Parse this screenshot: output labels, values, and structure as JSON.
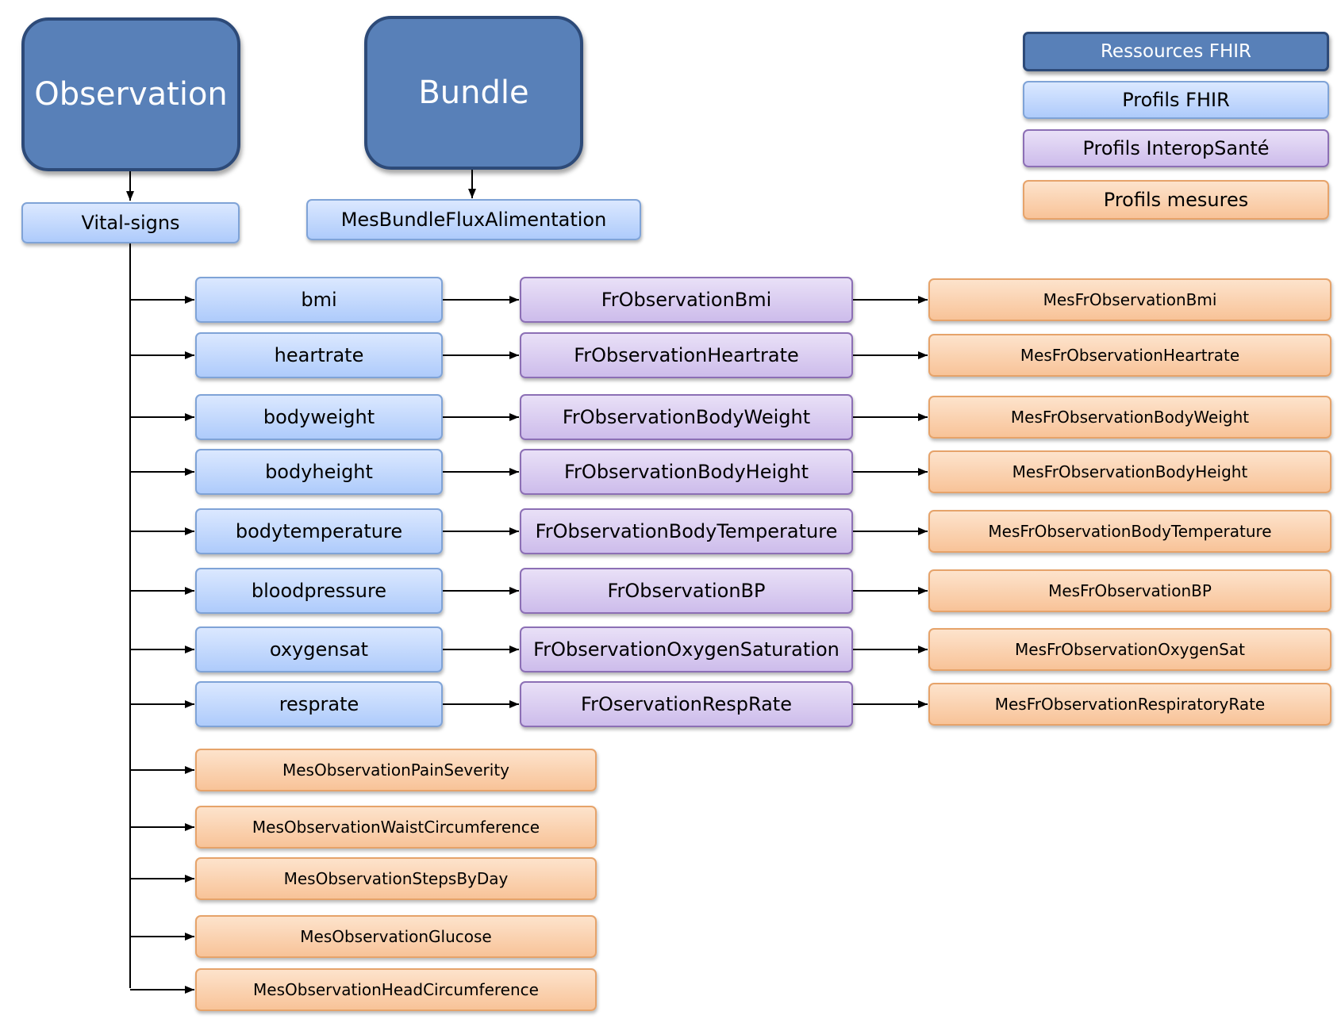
{
  "legend": {
    "resources": "Ressources FHIR",
    "fhir_profiles": "Profils FHIR",
    "interop_profiles": "Profils InteropSanté",
    "measure_profiles": "Profils mesures"
  },
  "resources": {
    "observation": "Observation",
    "bundle": "Bundle"
  },
  "fhir_profiles": {
    "vital_signs": "Vital-signs",
    "bundle_profile": "MesBundleFluxAlimentation",
    "chain": [
      "bmi",
      "heartrate",
      "bodyweight",
      "bodyheight",
      "bodytemperature",
      "bloodpressure",
      "oxygensat",
      "resprate"
    ]
  },
  "interop_profiles": [
    "FrObservationBmi",
    "FrObservationHeartrate",
    "FrObservationBodyWeight",
    "FrObservationBodyHeight",
    "FrObservationBodyTemperature",
    "FrObservationBP",
    "FrObservationOxygenSaturation",
    "FrOservationRespRate"
  ],
  "measure_profiles": [
    "MesFrObservationBmi",
    "MesFrObservationHeartrate",
    "MesFrObservationBodyWeight",
    "MesFrObservationBodyHeight",
    "MesFrObservationBodyTemperature",
    "MesFrObservationBP",
    "MesFrObservationOxygenSat",
    "MesFrObservationRespiratoryRate"
  ],
  "standalone_measure_profiles": [
    "MesObservationPainSeverity",
    "MesObservationWaistCircumference",
    "MesObservationStepsByDay",
    "MesObservationGlucose",
    "MesObservationHeadCircumference"
  ]
}
